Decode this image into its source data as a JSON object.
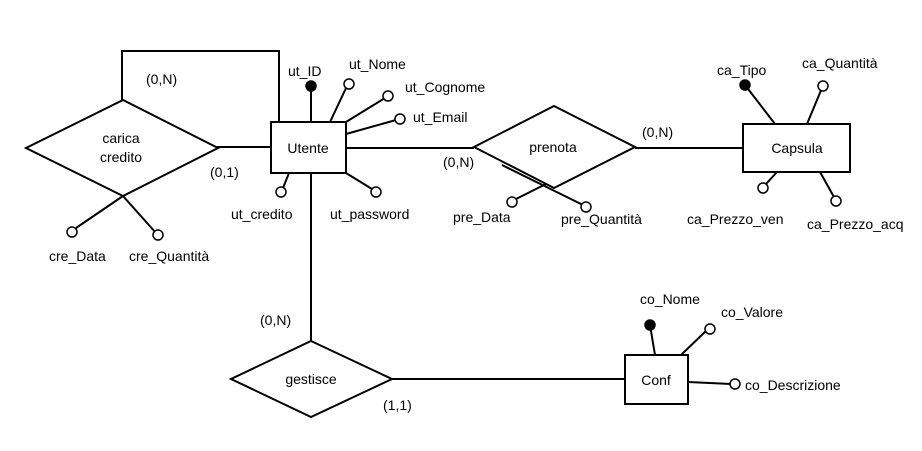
{
  "entities": {
    "utente": "Utente",
    "capsula": "Capsula",
    "conf": "Conf"
  },
  "relationships": {
    "carica_credito": [
      "carica",
      "credito"
    ],
    "prenota": "prenota",
    "gestisce": "gestisce"
  },
  "attributes": {
    "utente": {
      "ut_id": "ut_ID",
      "ut_nome": "ut_Nome",
      "ut_cognome": "ut_Cognome",
      "ut_email": "ut_Email",
      "ut_credito": "ut_credito",
      "ut_password": "ut_password"
    },
    "capsula": {
      "ca_tipo": "ca_Tipo",
      "ca_quantita": "ca_Quantità",
      "ca_prezzo_ven": "ca_Prezzo_ven",
      "ca_prezzo_acq": "ca_Prezzo_acq"
    },
    "conf": {
      "co_nome": "co_Nome",
      "co_valore": "co_Valore",
      "co_descrizione": "co_Descrizione"
    },
    "carica_credito": {
      "cre_data": "cre_Data",
      "cre_quantita": "cre_Quantità"
    },
    "prenota": {
      "pre_data": "pre_Data",
      "pre_quantita": "pre_Quantità"
    }
  },
  "cardinalities": {
    "carica_utente_top": "(0,N)",
    "carica_utente_side": "(0,1)",
    "prenota_utente": "(0,N)",
    "prenota_capsula": "(0,N)",
    "gestisce_utente": "(0,N)",
    "gestisce_conf": "(1,1)"
  }
}
